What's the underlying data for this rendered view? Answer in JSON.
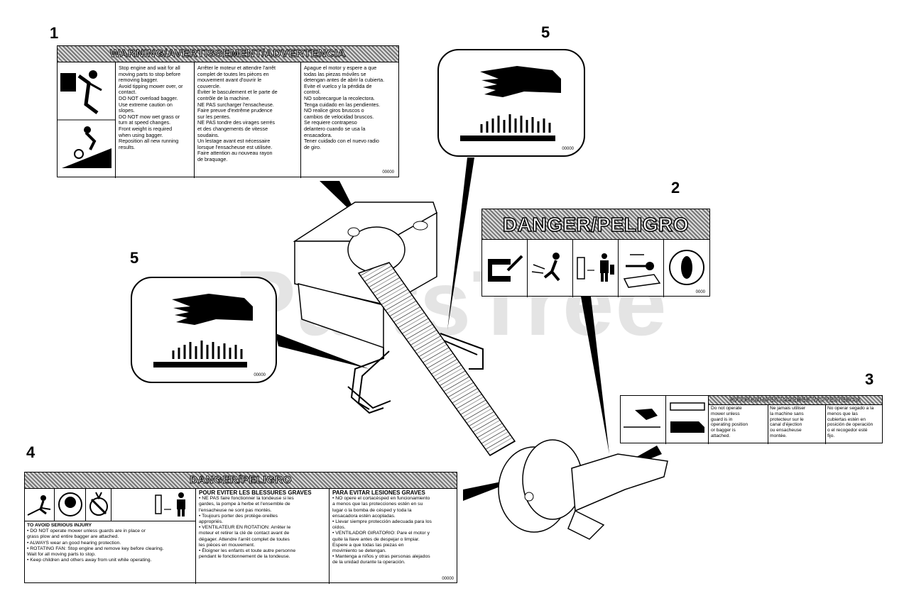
{
  "callouts": {
    "n1": "1",
    "n2": "2",
    "n3": "3",
    "n4": "4",
    "n5_top": "5",
    "n5_left": "5"
  },
  "watermark": "PartsTree",
  "decal1": {
    "header": "WARNING/AVERTISSEMENT/ADVERTENCIA",
    "col_en": [
      "Stop engine and wait for all",
      "moving parts to stop before",
      "removing bagger.",
      "Avoid tipping mower over, or",
      "contact.",
      "DO NOT overload bagger.",
      "Use extreme caution on",
      "slopes.",
      "DO NOT mow wet grass or",
      "turn at speed changes.",
      "Front weight is required",
      "when using bagger.",
      "Reposition all new running",
      "results."
    ],
    "col_fr": [
      "Arrêter le moteur et attendre l'arrêt",
      "complet de toutes les pièces en",
      "mouvement avant d'ouvrir le",
      "couvercle.",
      "Éviter le basculement et le parte de",
      "contrôle de la machine.",
      "NE PAS surcharger l'ensacheuse.",
      "Faire preuve d'extrême prudence",
      "sur les pentes.",
      "NE PAS tondre des virages serrés",
      "et des changements de vitesse",
      "soudains.",
      "Un lestage avant est nécessaire",
      "lorsque l'ensacheuse est utilisée.",
      "Faire attention au nouveau rayon",
      "de braquage."
    ],
    "col_es": [
      "Apague el motor y espere a que",
      "todas las piezas móviles se",
      "detengan antes de abrir la cubierta.",
      "Evite el vuelco y la pérdida de",
      "control.",
      "NO sobrecargue la recolectora.",
      "Tenga cuidado en las pendientes.",
      "NO realice giros bruscos o",
      "cambios de velocidad bruscos.",
      "Se requiere contrapeso",
      "delantero cuando se usa la",
      "ensacadora.",
      "Tener cuidado con el nuevo radio",
      "de giro."
    ],
    "code": "00000"
  },
  "decal2": {
    "header": "DANGER/PELIGRO",
    "code": "0000"
  },
  "decal3": {
    "header": "WARNING/AVERTISSEMENT/ADVERTENCIA",
    "col_en": [
      "Do not operate",
      "mower unless",
      "guard is in",
      "operating position",
      "or bagger is",
      "attached."
    ],
    "col_fr": [
      "Ne jamais utiliser",
      "la machine sans",
      "protecteur sur le",
      "canal d'éjection",
      "ou ensacheuse",
      "montée."
    ],
    "col_es": [
      "No operar segado a la",
      "menos que las",
      "cubiertas estén en",
      "posición de operación",
      "o el recogedor esté",
      "fijo."
    ],
    "code": "00000"
  },
  "decal4": {
    "header": "DANGER/PELIGRO",
    "en_title": "TO AVOID SERIOUS INJURY",
    "en_lines": [
      "• DO NOT operate mower unless guards are in place or",
      "  grass plow and entire bagger are attached.",
      "• ALWAYS wear an good hearing protection.",
      "• ROTATING FAN: Stop engine and remove key before clearing.",
      "  Wait for all moving parts to stop.",
      "• Keep children and others away from unit while operating."
    ],
    "fr_title": "POUR ÉVITER LES BLESSURES GRAVES",
    "fr_lines": [
      "• NE PAS faire fonctionner la tondeuse si les",
      "  gardes, la pompe à herbe et l'ensemble de",
      "  l'ensacheuse ne sont pas montés.",
      "• Toujours porter des protège-oreilles",
      "  appropriés.",
      "• VENTILATEUR EN ROTATION: Arrêter le",
      "  moteur et retirer la clé de contact avant de",
      "  dégager. Attendre l'arrêt complet de toutes",
      "  les pièces en mouvement.",
      "• Éloigner les enfants et toute autre personne",
      "  pendant le fonctionnement de la tondeuse."
    ],
    "es_title": "PARA EVITAR LESIONES GRAVES",
    "es_lines": [
      "• NO opere el cortacésped en funcionamiento",
      "  a menos que las protecciones estén en su",
      "  lugar o la bomba de césped y toda la",
      "  ensacadora estén acopladas.",
      "• Llevar siempre protección adecuada para los",
      "  oídos.",
      "• VENTILADOR GIRATORIO: Pare el motor y",
      "  quite la llave antes de despejar o limpiar.",
      "  Espere a que todas las piezas en",
      "  movimiento se detengan.",
      "• Mantenga a niños y otras personas alejados",
      "  de la unidad durante la operación."
    ],
    "code": "00000"
  },
  "decal5_top": {
    "code": "00000"
  },
  "decal5_left": {
    "code": "00000"
  }
}
